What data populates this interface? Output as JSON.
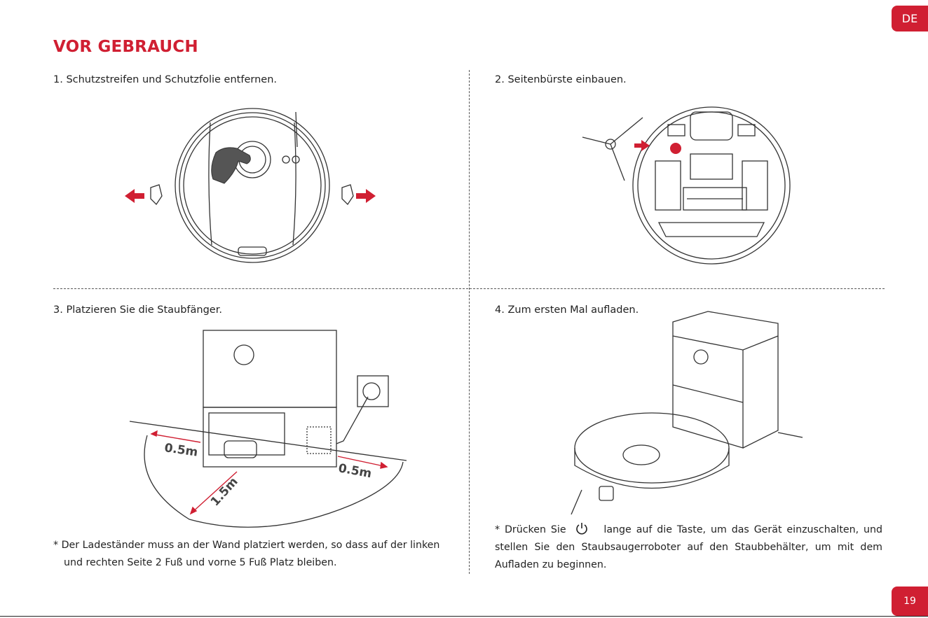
{
  "language_tab": "DE",
  "page_number": "19",
  "title": "VOR GEBRAUCH",
  "steps": [
    {
      "label": "1. Schutzstreifen und Schutzfolie entfernen."
    },
    {
      "label": "2. Seitenbürste einbauen."
    },
    {
      "label": "3. Platzieren Sie die Staubfänger."
    },
    {
      "label": "4. Zum ersten Mal aufladen."
    }
  ],
  "distances": {
    "left": "0.5m",
    "right": "0.5m",
    "front": "1.5m"
  },
  "note_placement": {
    "line1": "*  Der Ladeständer muss an der Wand platziert werden, so dass auf der linken",
    "line2": "und rechten Seite 2 Fuß und vorne 5 Fuß Platz bleiben."
  },
  "note_charge": {
    "before": "*  Drücken Sie",
    "after": "lange auf die Taste, um das Gerät einzuschalten, und stellen Sie den Staubsaugerroboter auf den Staubbehälter, um mit dem Aufladen zu beginnen."
  },
  "colors": {
    "accent": "#d01f32",
    "line": "#333333"
  },
  "icons": [
    "arrow-left-icon",
    "arrow-right-icon",
    "power-icon"
  ]
}
